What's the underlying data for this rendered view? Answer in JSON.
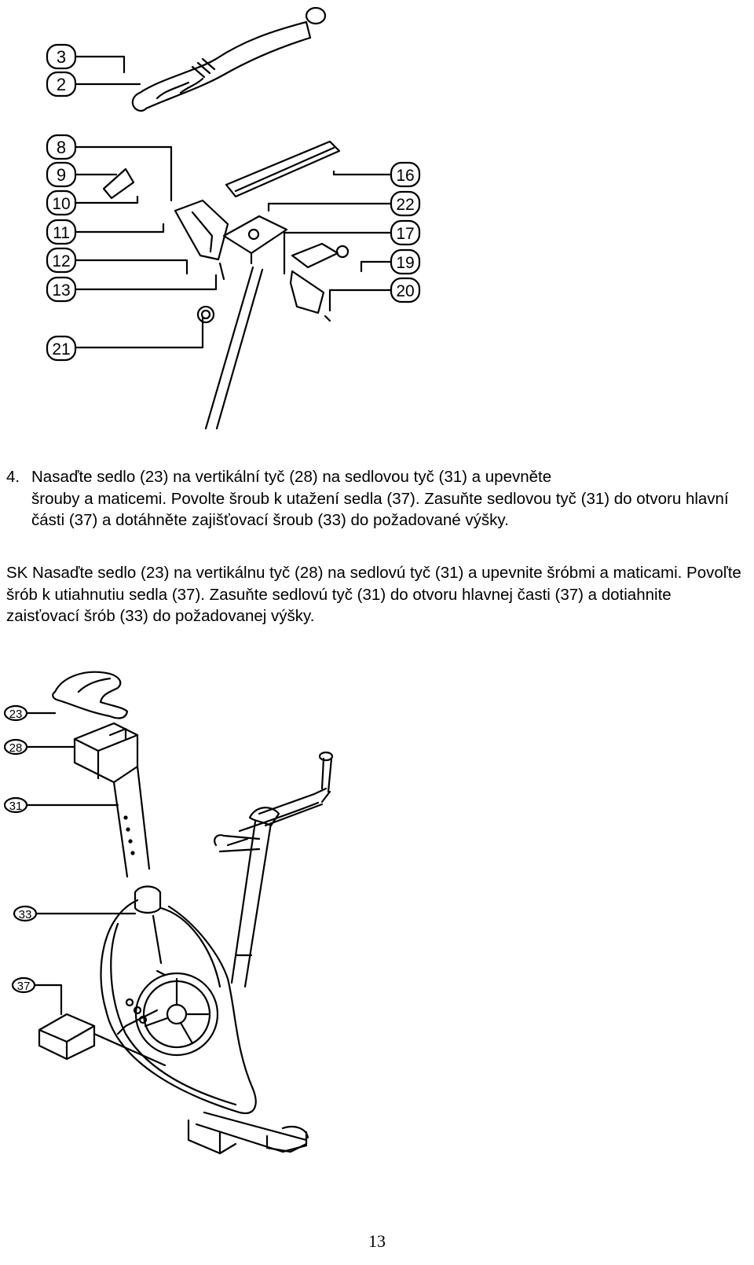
{
  "figure_top": {
    "callouts_left": [
      "3",
      "2",
      "8",
      "9",
      "10",
      "11",
      "12",
      "13",
      "21"
    ],
    "callouts_right": [
      "16",
      "22",
      "17",
      "19",
      "20"
    ]
  },
  "instructions": {
    "cz": {
      "number": "4.",
      "line1": "Nasaďte sedlo (23) na vertikální tyč (28) na sedlovou tyč (31) a upevněte",
      "rest": "šrouby a maticemi. Povolte šroub k utažení sedla (37). Zasuňte sedlovou tyč (31) do otvoru hlavní části (37) a dotáhněte zajišťovací šroub (33) do požadované výšky."
    },
    "sk": {
      "text": "SK Nasaďte sedlo (23) na vertikálnu tyč (28) na sedlovú tyč (31) a upevnite šróbmi a maticami. Povoľte šrób k utiahnutiu sedla (37). Zasuňte sedlovú tyč (31) do otvoru hlavnej časti (37) a dotiahnite zaisťovací šrób (33) do požadovanej výšky."
    }
  },
  "figure_bottom": {
    "callouts": [
      "23",
      "28",
      "31",
      "33",
      "37"
    ]
  },
  "page_number": "13"
}
